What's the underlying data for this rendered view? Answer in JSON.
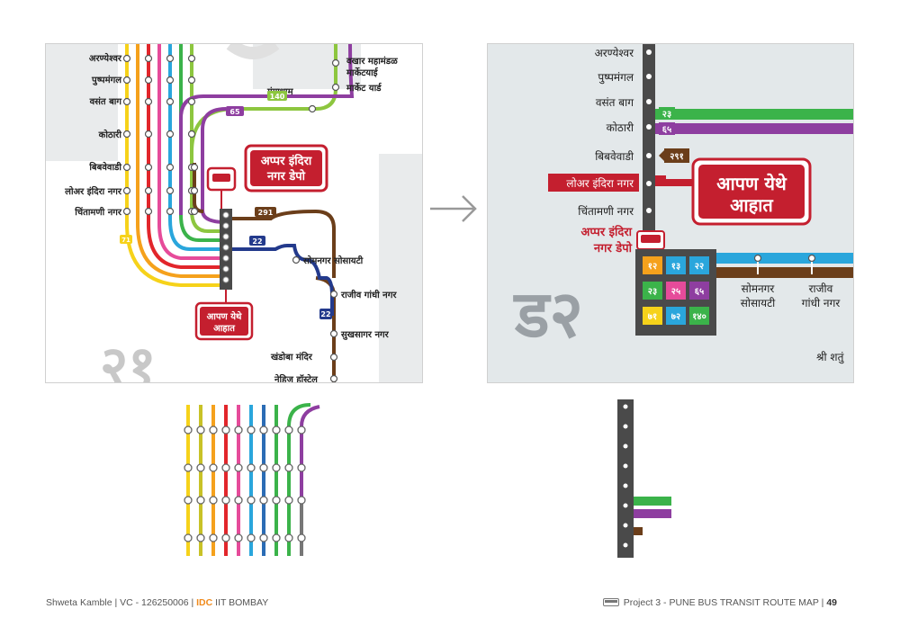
{
  "left_map": {
    "stops": [
      "अरण्येश्वर",
      "पुष्पमंगल",
      "वसंत बाग",
      "कोठारी",
      "बिबवेवाडी",
      "लोअर इंदिरा नगर",
      "चिंतामणी नगर"
    ],
    "top_labels": [
      "वखार महामंडळ",
      "मार्केटयाई",
      "मार्केट यार्ड",
      "गंगाधाम"
    ],
    "right_stops": [
      "सोमनगर सोसायटी",
      "राजीव गांधी नगर",
      "सुखसागर नगर",
      "खंडोबा मंदिर",
      "नेहिज हॉस्टेल"
    ],
    "route_badges": [
      "140",
      "65",
      "291",
      "22",
      "22",
      "71"
    ],
    "depot_title_line1": "अप्पर इंदिरा",
    "depot_title_line2": "नगर डेपो",
    "you_are_here_line1": "आपण येथे",
    "you_are_here_line2": "आहात",
    "zone_watermark": "२१"
  },
  "right_map": {
    "stops": [
      "अरण्येश्वर",
      "पुष्पमंगल",
      "वसंत बाग",
      "कोठारी",
      "बिबवेवाडी",
      "लोअर इंदिरा नगर",
      "चिंतामणी नगर"
    ],
    "depot_line1": "अप्पर इंदिरा",
    "depot_line2": "नगर डेपो",
    "route_badges_lines": [
      "२३",
      "६५"
    ],
    "route_291": "२९१",
    "you_are_here_line1": "आपण येथे",
    "you_are_here_line2": "आहात",
    "grid_routes": [
      "१२",
      "१३",
      "२२",
      "२३",
      "२५",
      "६५",
      "७१",
      "७२",
      "१४०"
    ],
    "bottom_stops_1a": "सोमनगर",
    "bottom_stops_1b": "सोसायटी",
    "bottom_stops_2a": "राजीव",
    "bottom_stops_2b": "गांधी नगर",
    "zone": "ड२",
    "partial_stop": "श्री शतुं"
  },
  "footer": {
    "left_prefix": "Shweta Kamble | VC - 126250006 | ",
    "left_idc": "IDC",
    "left_suffix": " IIT BOMBAY",
    "right_text": "Project 3 - PUNE BUS TRANSIT ROUTE MAP | ",
    "page": "49"
  },
  "colors": {
    "yellow": "#f6d21a",
    "orange": "#f5a11c",
    "red": "#e2262b",
    "pink": "#e64b9a",
    "blue": "#2aa6dc",
    "green": "#3bb34a",
    "lime": "#8dc63f",
    "purple": "#8e3ea0",
    "brown": "#6b3e1a",
    "navy": "#233a8c",
    "grey": "#4a4a4a",
    "depot_red": "#c41f2f"
  }
}
